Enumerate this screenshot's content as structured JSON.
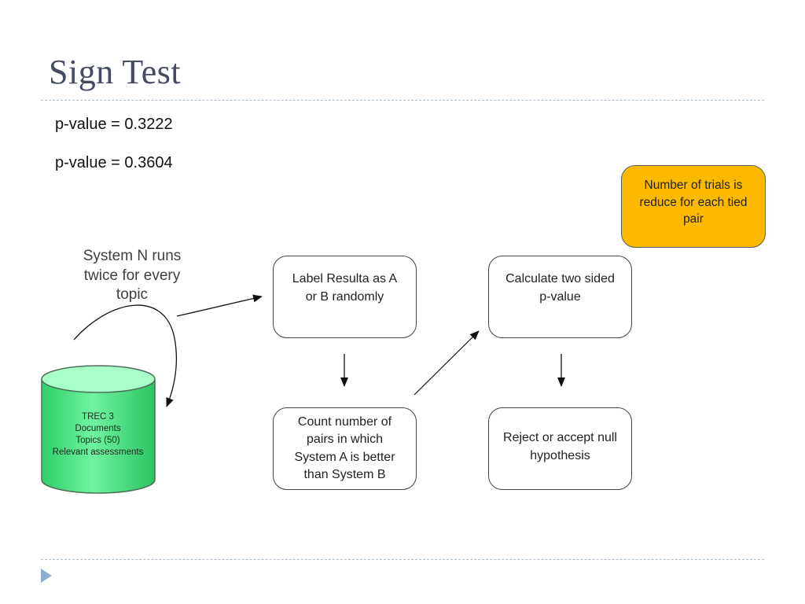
{
  "slide": {
    "title": "Sign Test",
    "pvalues": [
      "p-value = 0.3222",
      "p-value = 0.3604"
    ]
  },
  "diagram": {
    "runs_label": "System N runs\ntwice for every\ntopic",
    "database": {
      "lines": [
        "TREC 3",
        "Documents",
        "Topics (50)",
        "Relevant assessments"
      ],
      "fill_color": "#3ee87a"
    },
    "boxes": {
      "label": "Label Resulta as A\nor B randomly",
      "count": "Count number of\npairs in which\nSystem A is better\nthan System B",
      "calc": "Calculate two sided\np-value",
      "reject": "Reject or accept null\nhypothesis",
      "note": "Number of trials is\nreduce for each tied\npair"
    },
    "colors": {
      "note_fill": "#fbb900",
      "title_text": "#454b61",
      "nav_arrow": "#8eaed1"
    }
  },
  "footer": {
    "nav_icon": "play-triangle-icon"
  }
}
